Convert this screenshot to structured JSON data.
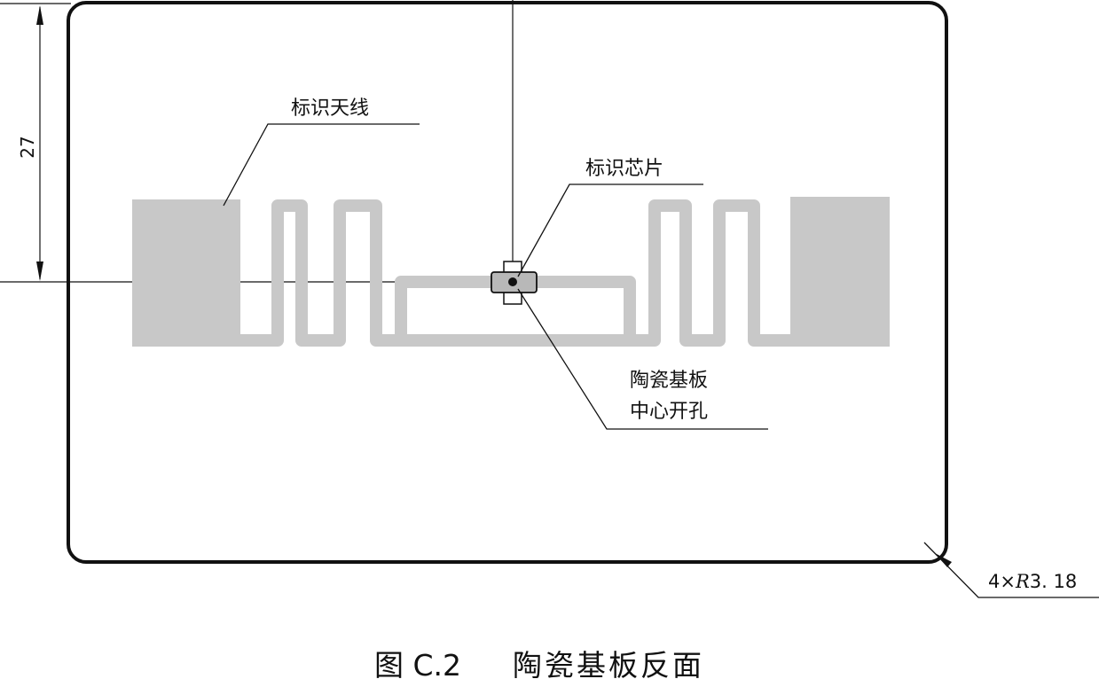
{
  "drawing": {
    "dimension_vertical": "27",
    "antenna_label": "标识天线",
    "chip_label": "标识芯片",
    "hole_label_line1": "陶瓷基板",
    "hole_label_line2": "中心开孔",
    "corner_radius_prefix": "4×",
    "corner_radius_symbol": "R",
    "corner_radius_value": "3. 18"
  },
  "caption": {
    "figure_no": "图 C.2",
    "title": "陶瓷基板反面"
  },
  "colors": {
    "line": "#111111",
    "antenna_fill": "#c8c8c8",
    "chip_fill": "#b8b8b8"
  }
}
